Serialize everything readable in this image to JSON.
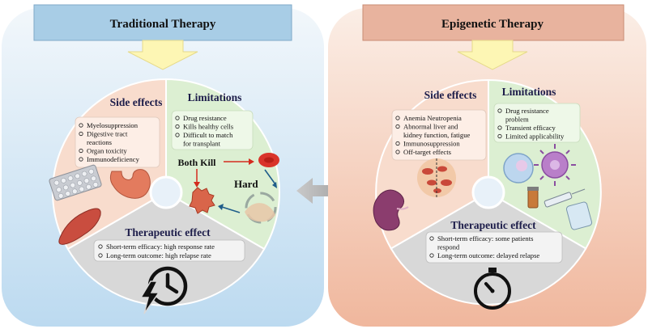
{
  "left_panel": {
    "title": "Traditional Therapy",
    "side_effects": {
      "heading": "Side effects",
      "items": [
        "Myelosuppression",
        "Digestive tract",
        "reactions",
        "Organ toxicity",
        "Immunodeficiency"
      ]
    },
    "limitations": {
      "heading": "Limitations",
      "items": [
        "Drug resistance",
        "Kills healthy cells",
        "Difficult to match",
        "for transplant"
      ]
    },
    "both_kill_label": "Both Kill",
    "hard_label": "Hard",
    "therapeutic_effect": {
      "heading": "Therapeutic effect",
      "items": [
        "Short-term efficacy: high response rate",
        "Long-term outcome: high relapse rate"
      ]
    },
    "bottom_icon": "clock-lightning-icon"
  },
  "right_panel": {
    "title": "Epigenetic Therapy",
    "side_effects": {
      "heading": "Side effects",
      "items": [
        "Anemia Neutropenia",
        "Abnormal liver and",
        "kidney function, fatigue",
        "Immunosuppression",
        "Off-target effects"
      ]
    },
    "limitations": {
      "heading": "Limitations",
      "items": [
        "Drug resistance",
        "problem",
        "Transient efficacy",
        "Limited applicability"
      ]
    },
    "therapeutic_effect": {
      "heading": "Therapeutic effect",
      "items": [
        "Short-term efficacy: some patients",
        "respond",
        "Long-term outcome: delayed relapse"
      ]
    },
    "bottom_icon": "stopwatch-icon"
  },
  "center_arrow": "double-arrow-icon",
  "colors": {
    "left_header": "#a8cde6",
    "right_header": "#e8b39e",
    "left_bg": "#dcebf7",
    "right_bg": "#f6d8c8",
    "side_effects_sector": "#f8dccd",
    "limitations_sector": "#dcefd2",
    "therapeutic_sector": "#d8d8d8",
    "yellow_arrow": "#fdf6b4",
    "both_kill_red": "#d42b1e",
    "hard_blue": "#1f5d8a"
  }
}
